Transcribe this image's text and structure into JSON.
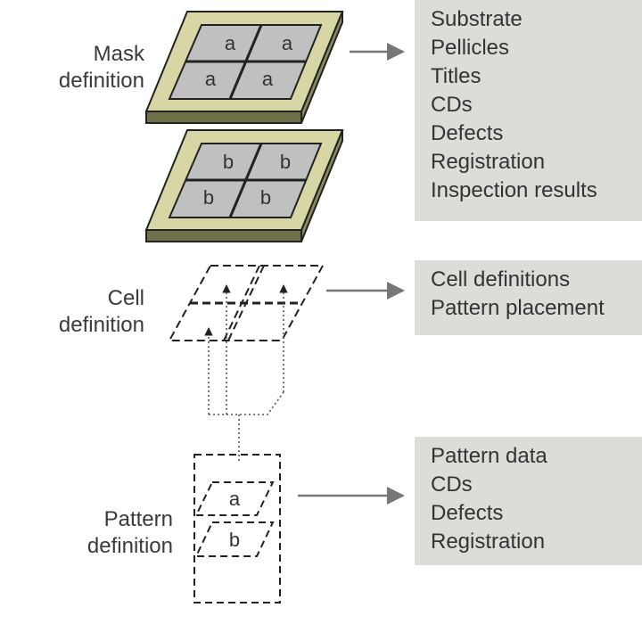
{
  "mask": {
    "label_lines": [
      "Mask",
      "definition"
    ],
    "tile_a": "a",
    "tile_b": "b",
    "info": [
      "Substrate",
      "Pellicles",
      "Titles",
      "CDs",
      "Defects",
      "Registration",
      "Inspection results"
    ]
  },
  "cell": {
    "label_lines": [
      "Cell",
      "definition"
    ],
    "info": [
      "Cell definitions",
      "Pattern placement"
    ]
  },
  "pattern": {
    "label_lines": [
      "Pattern",
      "definition"
    ],
    "shapes": [
      "a",
      "b"
    ],
    "info": [
      "Pattern data",
      "CDs",
      "Defects",
      "Registration"
    ]
  },
  "colors": {
    "plate_frame": "#d7d6a5",
    "tile": "#c0c0c0",
    "info_box": "#dcdcd8",
    "text": "#333333"
  }
}
